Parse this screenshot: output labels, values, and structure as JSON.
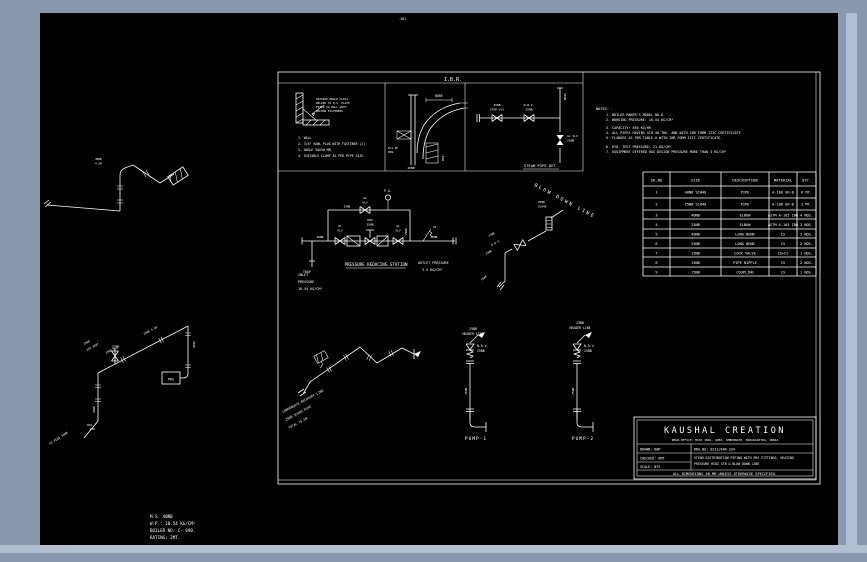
{
  "page_marker": "-181",
  "support_detail": {
    "notes": [
      "50X50X6 ANGLE CLEAT",
      "WELDED TO M.S. PLATE",
      "FIXED TO WALL WITH",
      "ANCHOR FASTENERS"
    ],
    "legend": [
      "1. WALL",
      "2. 3/8\" RAWL PLUG WITH FASTENER (2)",
      "3. ANGLE 50X50 MM.",
      "4. SUITABLE CLAMP AS PER PIPE SIZE."
    ]
  },
  "ibr_detail": {
    "title": "I.B.R.",
    "bore": "BORE",
    "radius": "R=1.5D",
    "radius2": "MIN.",
    "max": "MAX.",
    "size": "40NB"
  },
  "valve_detail": {
    "v1a": "25NB",
    "v1b": "STOP VLV",
    "v2a": "N.R.V.",
    "v2b": "25NB",
    "riser": "40NB",
    "v3a": "GL VLV",
    "v3b": "25NB",
    "title": "STEAM PIPE DET."
  },
  "notes": {
    "heading": "NOTES: -",
    "items": [
      "1. BOILER MAKER'S MODEL NO-8",
      "2. WORKING PRESSURE: 10.54 KG/CM²",
      "3. CAPACITY: 850 KG/HR",
      "4. ALL PIPES HAVING SCH-40 THK. AND WITH IBR FORM IIIC CERTIFICATE",
      "5. FLANGES AS PER TABLE-H WITH IBR FORM IIIC CERTIFICATE.",
      "6. HYD. TEST PRESSURE: 21 KG/CM²",
      "7. EQUIPMENT OFFERED HAS DESIGN PRESSURE MORE THAN 3 KG/CM²"
    ]
  },
  "bom": {
    "headers": [
      "SR.NO",
      "SIZE",
      "DESCRIPTION",
      "MATERIAL",
      "QTY."
    ],
    "rows": [
      [
        "1",
        "40NB SCH40",
        "PIPE",
        "A-106 GR-B",
        "6 MT."
      ],
      [
        "2",
        "25NB SCH40",
        "PIPE",
        "A-106 GR-B",
        "2 MT."
      ],
      [
        "3",
        "40NB",
        "ELBOW",
        "ASTM A-105 IBR",
        "4 NOS."
      ],
      [
        "4",
        "25NB",
        "ELBOW",
        "ASTM A-105 IBR",
        "3 NOS."
      ],
      [
        "5",
        "40NB",
        "LONG BEND",
        "CS",
        "2 NOS."
      ],
      [
        "6",
        "25NB",
        "LONG BEND",
        "CS",
        "2 NOS."
      ],
      [
        "7",
        "15NB",
        "COCK VALVE",
        "CS+CS",
        "1 NOS."
      ],
      [
        "8",
        "15NB",
        "PIPE NIPPLE",
        "CS",
        "2 NOS."
      ],
      [
        "9",
        "15NB",
        "COUPLING",
        "CS",
        "1 NOS."
      ]
    ]
  },
  "prs": {
    "pg": "P.G.",
    "byp1": "GL",
    "byp2": "VLV",
    "gt1": "GT",
    "gt2": "VLV",
    "prv1": "PRV",
    "prv2": "25NB",
    "gl1": "GL",
    "gl2": "VLV",
    "size1": "40NB",
    "size2": "40NB",
    "size_byp": "25NB",
    "riser": "25NB",
    "sv": "SV",
    "trap": "TRAP",
    "title": "PRESSURE REDUCING STATION",
    "inlet1": "INLET",
    "inlet2": "PRESSURE",
    "inlet3": "10.54 KG/CM²",
    "outlet1": "OUTLET PRESSURE",
    "outlet2": "3.5 KG/CM²"
  },
  "blowdown": {
    "heading": "BLOW DOWN LINE",
    "l1": "25NB",
    "l2": "SCH40",
    "l3": "25NB",
    "l4": "B.D.V.",
    "l5": "25NB",
    "l6": "TRAP"
  },
  "pumps": {
    "h1": "25NB",
    "h2": "HEADER LINE",
    "nrv1": "N.R.V.",
    "nrv2": "25NB",
    "size": "25NB",
    "p1": "PUMP-1",
    "p2": "PUMP-2"
  },
  "iso_top_left": {
    "l1": "40NB",
    "l2": "4.5M"
  },
  "iso_bottom_left": {
    "vent1": "25NB",
    "vent2": "AIR VENT",
    "seg1": "25NB 5.5M",
    "seg2": "25NB 5.5M",
    "left_size": "25NB",
    "right_size": "25NB",
    "box": "PRS",
    "tank": "TO FEED TANK"
  },
  "condensate": {
    "l1": "CONDENSATE RECOVERY LINE",
    "l2": "25NB SCH40 PIPE",
    "l3": "TOTAL 15.5M"
  },
  "boiler_info": {
    "lines": [
      "M.S. 40NB",
      "W.P.: 10.54 KG/CM²",
      "BOILER NO: C- 890.",
      "RATING: 2MT."
    ]
  },
  "title_block": {
    "title": "KAUSHAL CREATION",
    "subtitle": "REGD.OFFICE: MIDC INDL. AREA, AMBERNATH, MAHARASHTRA, INDIA",
    "drawn": "DRAWN: DWP",
    "checked": "CHECKED: KMT",
    "scale": "SCALE: NTS",
    "drg_no": "DRG.NO: 8231/64R-334",
    "desc1": "STEAM DISTRIBUTION PIPING WITH PRS FITTINGS, HEATING",
    "desc2": "PRESSURE REDG STN & BLOW DOWN LINE",
    "footer": "ALL DIMENSIONS IN MM UNLESS OTHERWISE SPECIFIED."
  }
}
